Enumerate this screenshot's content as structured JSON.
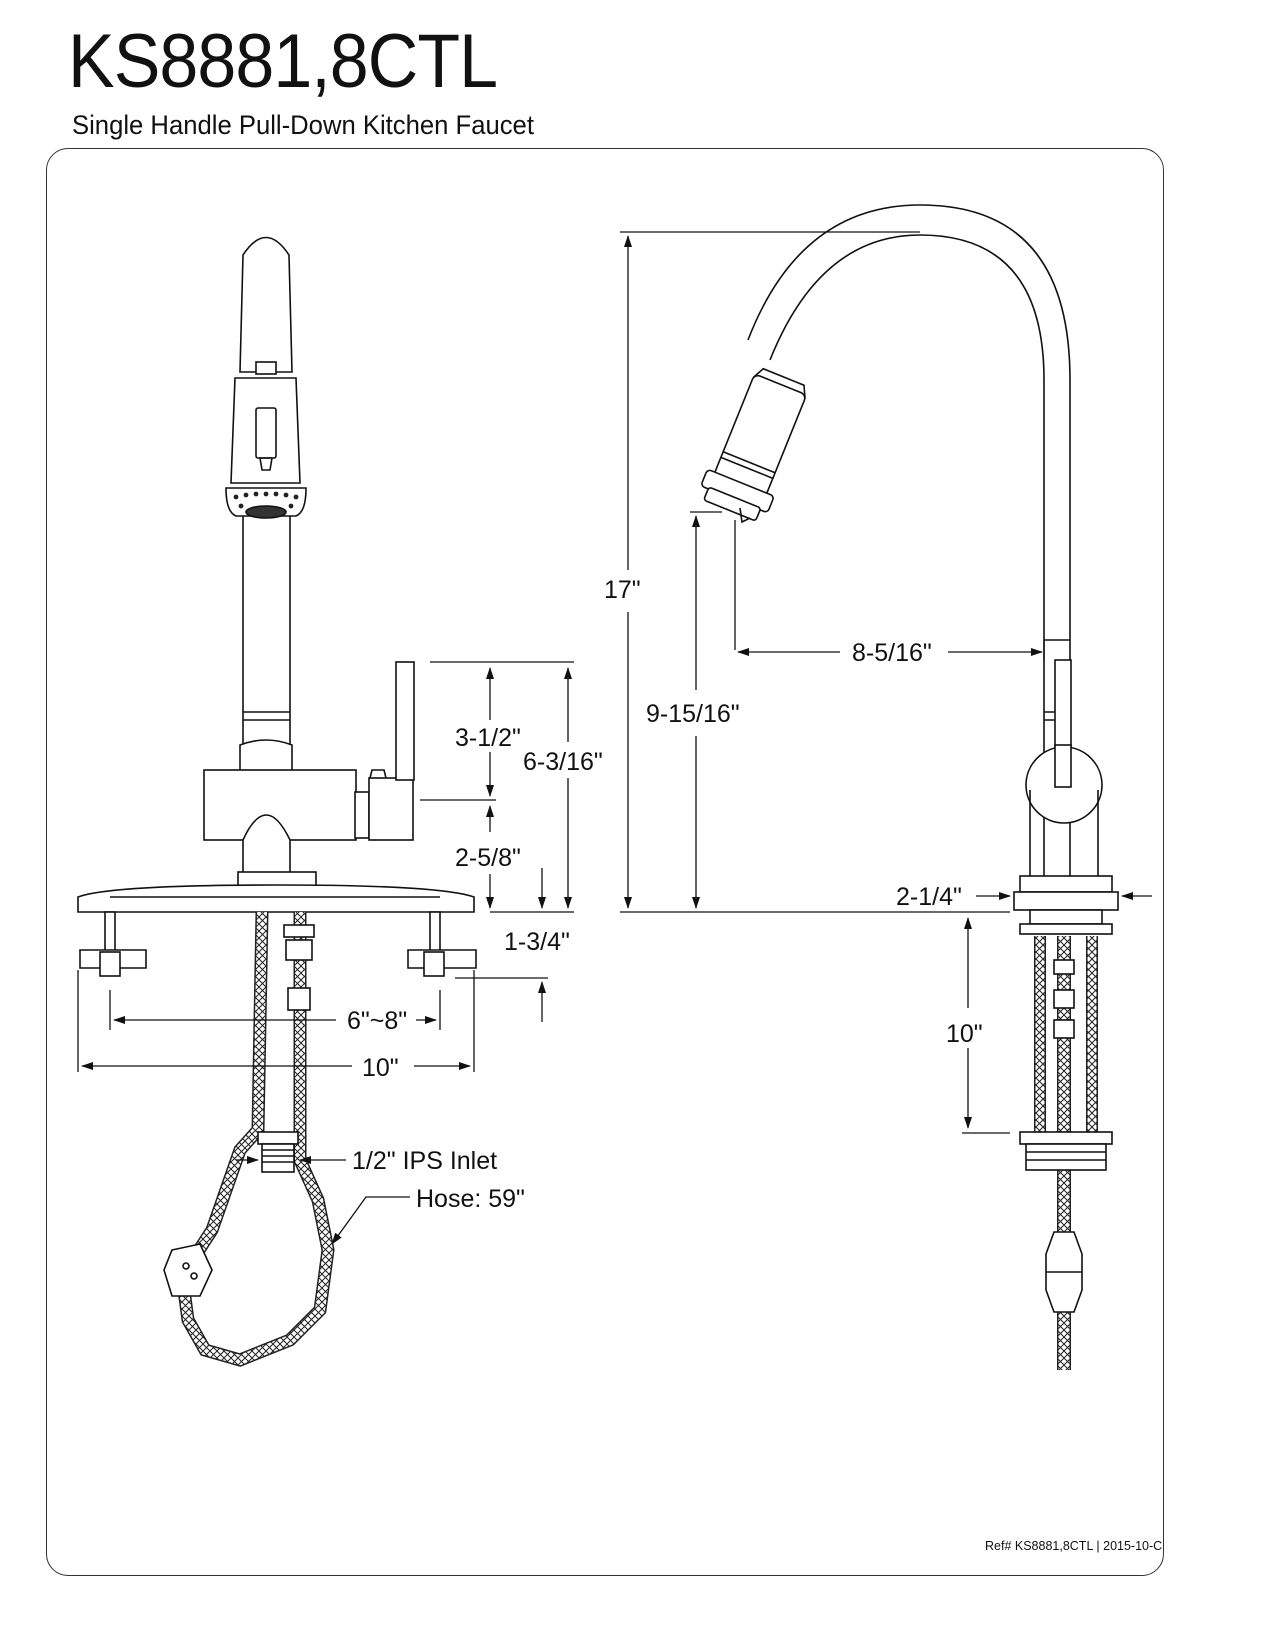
{
  "header": {
    "model": "KS8881,8CTL",
    "description": "Single Handle Pull-Down Kitchen Faucet"
  },
  "front_view": {
    "dimensions": {
      "handle_height": "3-1/2\"",
      "overall_body": "6-3/16\"",
      "body_height": "2-5/8\"",
      "plate_thickness": "1-3/4\"",
      "center_spread": "6\"~8\"",
      "plate_width": "10\""
    },
    "callouts": {
      "inlet": "1/2\" IPS Inlet",
      "hose": "Hose: 59\""
    }
  },
  "side_view": {
    "dimensions": {
      "overall_height": "17\"",
      "spout_height": "9-15/16\"",
      "spout_reach": "8-5/16\"",
      "base_diameter": "2-1/4\"",
      "shank_length": "10\""
    }
  },
  "footer": {
    "reference": "Ref# KS8881,8CTL | 2015-10-C"
  }
}
